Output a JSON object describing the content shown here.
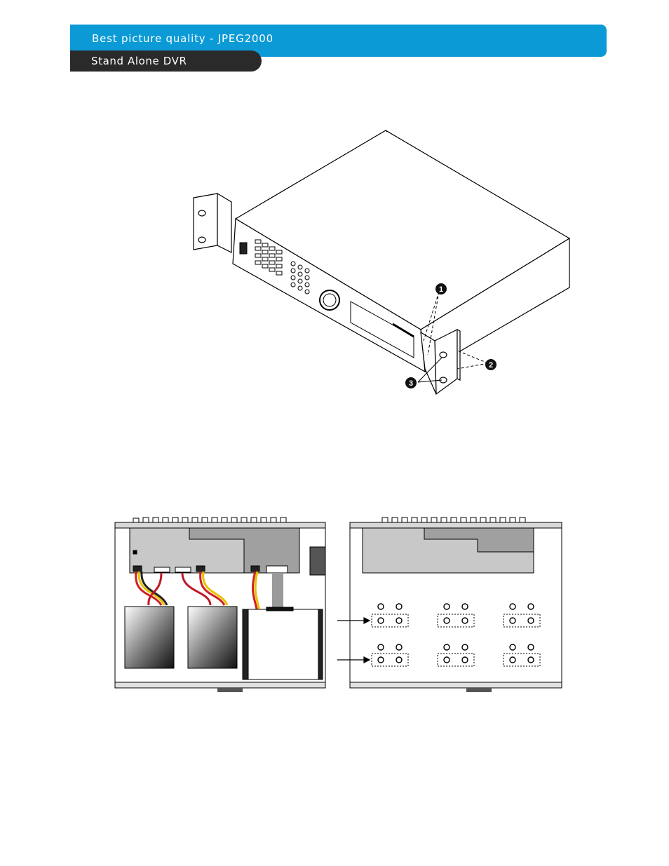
{
  "header": {
    "title": "Best picture quality - JPEG2000",
    "subtitle": "Stand Alone DVR"
  },
  "rack_figure": {
    "callouts": [
      "1",
      "2",
      "3"
    ]
  },
  "colors": {
    "header_blue": "#0b9ad6",
    "tab_dark": "#2a2a2a",
    "callout_black": "#111111"
  }
}
